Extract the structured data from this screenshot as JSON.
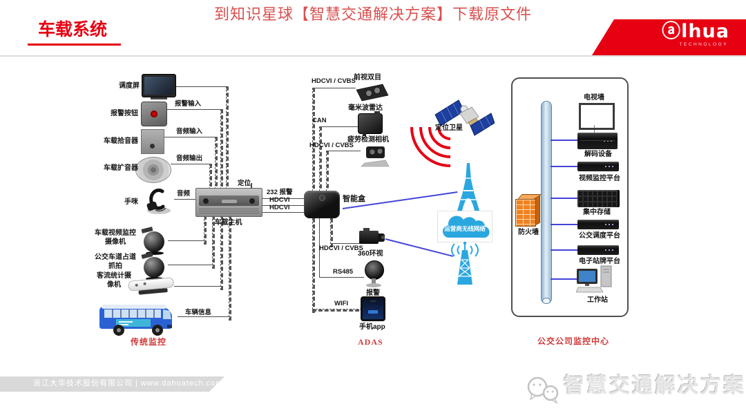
{
  "header": {
    "banner": "到知识星球【智慧交通解决方案】下载原文件",
    "page_title": "车载系统",
    "logo_main": "ⓐlhua",
    "logo_sub": "TECHNOLOGY"
  },
  "left": {
    "dispatch_screen": "调度屏",
    "alarm_button": "报警按钮",
    "alarm_in": "报警输入",
    "pickup_mic": "车载拾音器",
    "audio_in": "音频输入",
    "loudspeaker": "车载扩音器",
    "audio_out": "音频输出",
    "hand_mic": "手咪",
    "audio": "音频",
    "video_camera": "车载视频监控摄像机",
    "lane_capture": "公交车道占道抓拍",
    "passenger_camera": "客流统计摄像机",
    "vehicle_info": "车辆信息",
    "section_label": "传统监控"
  },
  "host": {
    "label": "车载主机",
    "gps": "定位",
    "link_alarm": "232 报警",
    "link_hdcvi1": "HDCVI",
    "link_hdcvi2": "HDCVI"
  },
  "adas": {
    "smart_box": "智能盒",
    "hdcvi_cvbs_front": "HDCVI / CVBS",
    "front_dual": "前视双目",
    "can": "CAN",
    "radar": "毫米波雷达",
    "hdcvi_cvbs_fatigue": "HDCVI / CVBS",
    "fatigue_camera": "疲劳检测相机",
    "hdcvi_cvbs_surround": "HDCVI / CVBS",
    "surround_view": "360环视",
    "rs485": "RS485",
    "alarm_device": "报警",
    "wifi": "WIFI",
    "phone_app": "手机app",
    "section_label": "ADAS"
  },
  "network": {
    "satellite": "定位卫星",
    "cloud": "运营商无线网络"
  },
  "monitor": {
    "section_label": "公交公司监控中心",
    "firewall": "防火墙",
    "tv_wall": "电视墙",
    "decoder": "解码设备",
    "video_platform": "视频监控平台",
    "storage": "集中存储",
    "bus_dispatch": "公交调度平台",
    "e_sign": "电子站牌平台",
    "workstation": "工作站"
  },
  "footer": {
    "company": "浙江大华技术股份有限公司  |  www.dahuatech.com",
    "watermark": "智慧交通解决方案"
  },
  "colors": {
    "brand_red": "#e60012",
    "line_blue": "#4343d9",
    "comm_blue": "#2ba7e0",
    "firewall_orange": "#ef8222"
  }
}
